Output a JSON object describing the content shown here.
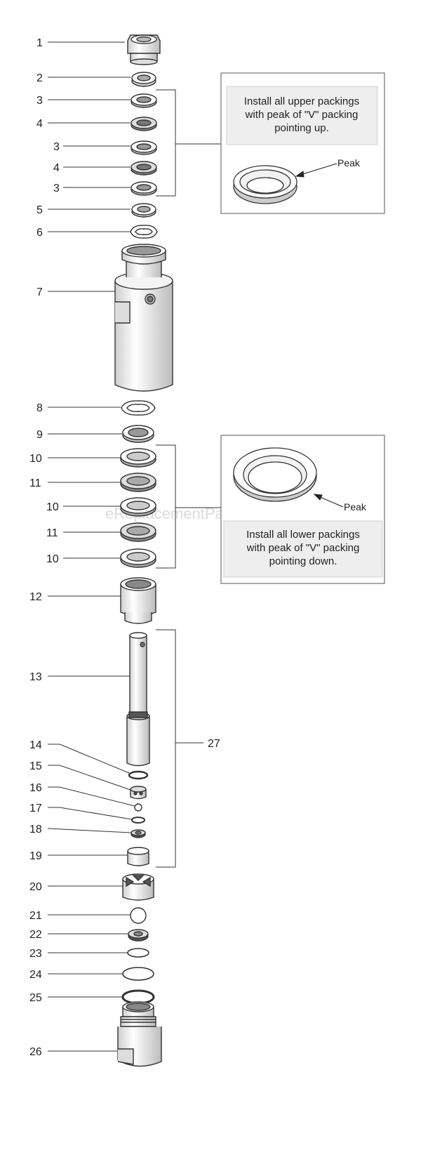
{
  "watermark": "eReplacementParts.com",
  "callouts": [
    "1",
    "2",
    "3",
    "4",
    "3",
    "4",
    "3",
    "5",
    "6",
    "7",
    "8",
    "9",
    "10",
    "11",
    "10",
    "11",
    "10",
    "12",
    "13",
    "14",
    "15",
    "16",
    "17",
    "18",
    "19",
    "20",
    "21",
    "22",
    "23",
    "24",
    "25",
    "26",
    "27"
  ],
  "upper_note": {
    "lines": [
      "Install all upper packings",
      "with peak of \"V\" packing",
      "pointing up."
    ],
    "peak_label": "Peak"
  },
  "lower_note": {
    "lines": [
      "Install all lower packings",
      "with peak of \"V\" packing",
      "pointing down."
    ],
    "peak_label": "Peak"
  },
  "colors": {
    "line": "#333333",
    "box_fill": "#eeeeee",
    "part_fill": "#ffffff",
    "part_shade": "#d8d8d8"
  }
}
